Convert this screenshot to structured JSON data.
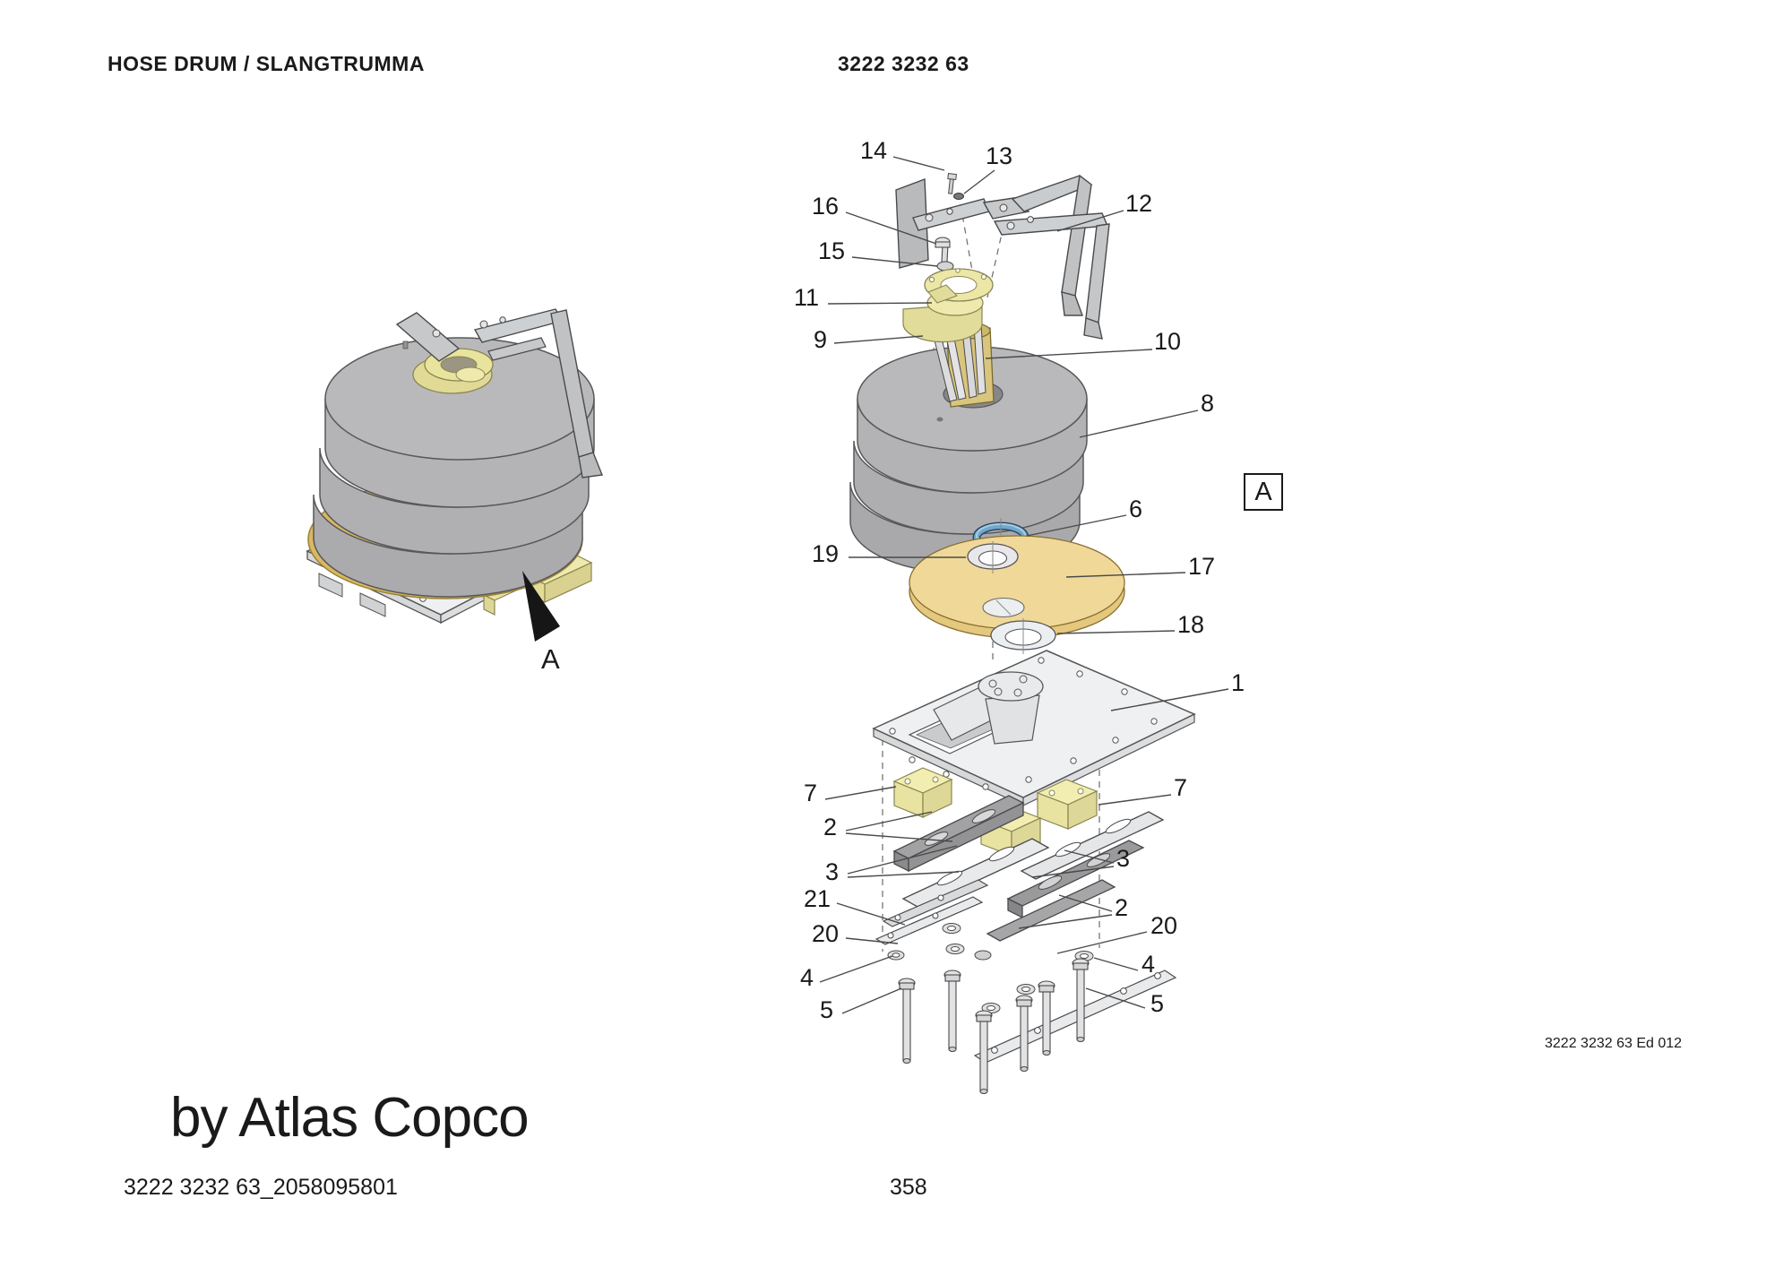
{
  "header": {
    "title": "HOSE DRUM / SLANGTRUMMA",
    "part_number": "3222 3232 63"
  },
  "figure": {
    "assembled_view_label": "A",
    "detail_marker": "A",
    "edition_note": "3222 3232 63 Ed 012",
    "callouts": [
      {
        "text": "14"
      },
      {
        "text": "13"
      },
      {
        "text": "12"
      },
      {
        "text": "16"
      },
      {
        "text": "15"
      },
      {
        "text": "11"
      },
      {
        "text": "9"
      },
      {
        "text": "10"
      },
      {
        "text": "8"
      },
      {
        "text": "6"
      },
      {
        "text": "19"
      },
      {
        "text": "17"
      },
      {
        "text": "18"
      },
      {
        "text": "1"
      },
      {
        "text": "7"
      },
      {
        "text": "7"
      },
      {
        "text": "2"
      },
      {
        "text": "3"
      },
      {
        "text": "3"
      },
      {
        "text": "21"
      },
      {
        "text": "2"
      },
      {
        "text": "20"
      },
      {
        "text": "20"
      },
      {
        "text": "4"
      },
      {
        "text": "4"
      },
      {
        "text": "5"
      },
      {
        "text": "5"
      }
    ]
  },
  "footer": {
    "brand": "by Atlas Copco",
    "doc_id": "3222 3232 63_2058095801",
    "page_number": "358"
  },
  "colors": {
    "part_yellow": "#ece7a6",
    "hub_tan": "#d9c57c",
    "disc_yellow": "#f0d898",
    "ring_blue": "#6fa8cc",
    "metal_gray": "#b6b6b8",
    "plate_gray": "#eef0f2",
    "line_dark": "#4a4a4a"
  }
}
